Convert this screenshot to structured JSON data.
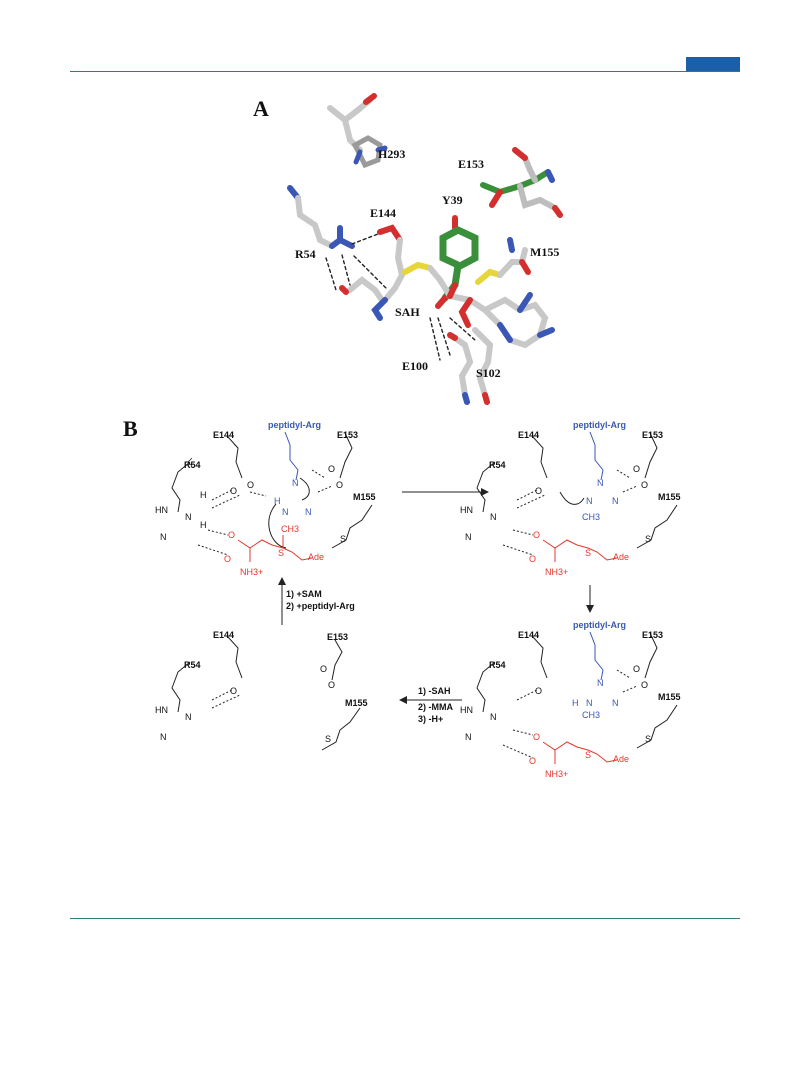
{
  "panel_a": {
    "label": "A",
    "residues": {
      "h293": "H293",
      "e153": "E153",
      "y39": "Y39",
      "e144": "E144",
      "r54": "R54",
      "m155": "M155",
      "sah": "SAH",
      "e100": "E100",
      "s102": "S102"
    }
  },
  "panel_b": {
    "label": "B",
    "common": {
      "e144": "E144",
      "e153": "E153",
      "r54": "R54",
      "m155": "M155",
      "peptidyl_arg": "peptidyl-Arg",
      "ade": "Ade",
      "ch3": "CH3",
      "nh3": "NH3+"
    },
    "step_up": {
      "line1": "1) +SAM",
      "line2": "2) +peptidyl-Arg"
    },
    "step_left": {
      "line1": "1) -SAH",
      "line2": "2) -MMA",
      "line3": "3) -H+"
    }
  }
}
